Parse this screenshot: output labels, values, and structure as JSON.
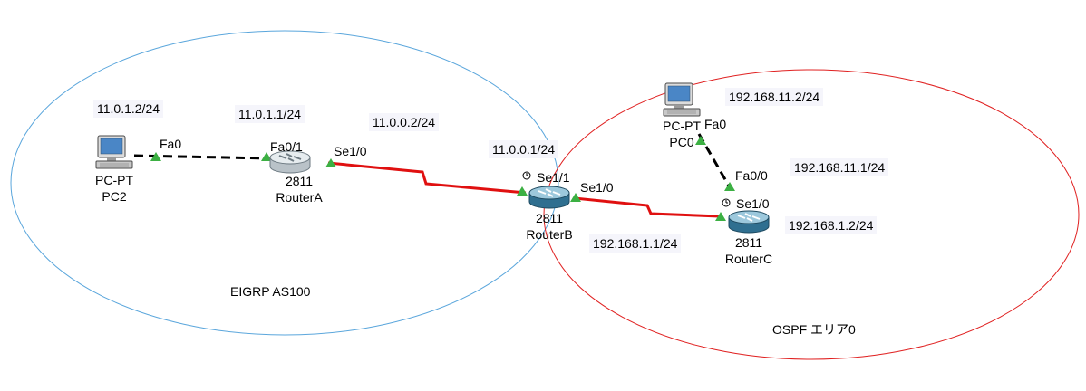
{
  "colors": {
    "eigrp_area": "#5aa6dc",
    "ospf_area": "#e02020",
    "serial_link": "#e01010",
    "ethernet_link": "#000000",
    "port_indicator": "#3cb043",
    "router_body": "#2f6f90",
    "pc_screen": "#4a86c6"
  },
  "areas": {
    "eigrp": {
      "label": "EIGRP AS100"
    },
    "ospf": {
      "label": "OSPF エリア0"
    }
  },
  "devices": {
    "pc2": {
      "model": "PC-PT",
      "name": "PC2",
      "icon": "pc-icon"
    },
    "pc0": {
      "model": "PC-PT",
      "name": "PC0",
      "icon": "pc-icon"
    },
    "router_a": {
      "model": "2811",
      "name": "RouterA",
      "icon": "router-icon"
    },
    "router_b": {
      "model": "2811",
      "name": "RouterB",
      "icon": "router-icon"
    },
    "router_c": {
      "model": "2811",
      "name": "RouterC",
      "icon": "router-icon"
    }
  },
  "ports": {
    "pc2_fa0": "Fa0",
    "ra_fa01": "Fa0/1",
    "ra_se10": "Se1/0",
    "rb_se11": "Se1/1",
    "rb_se10": "Se1/0",
    "rc_se10": "Se1/0",
    "rc_fa00": "Fa0/0",
    "pc0_fa0": "Fa0"
  },
  "addresses": {
    "pc2": "11.0.1.2/24",
    "ra_fa01": "11.0.1.1/24",
    "ra_se10": "11.0.0.2/24",
    "rb_se11": "11.0.0.1/24",
    "rb_se10": "192.168.1.1/24",
    "rc_se10": "192.168.1.2/24",
    "rc_fa00": "192.168.11.1/24",
    "pc0": "192.168.11.2/24"
  }
}
